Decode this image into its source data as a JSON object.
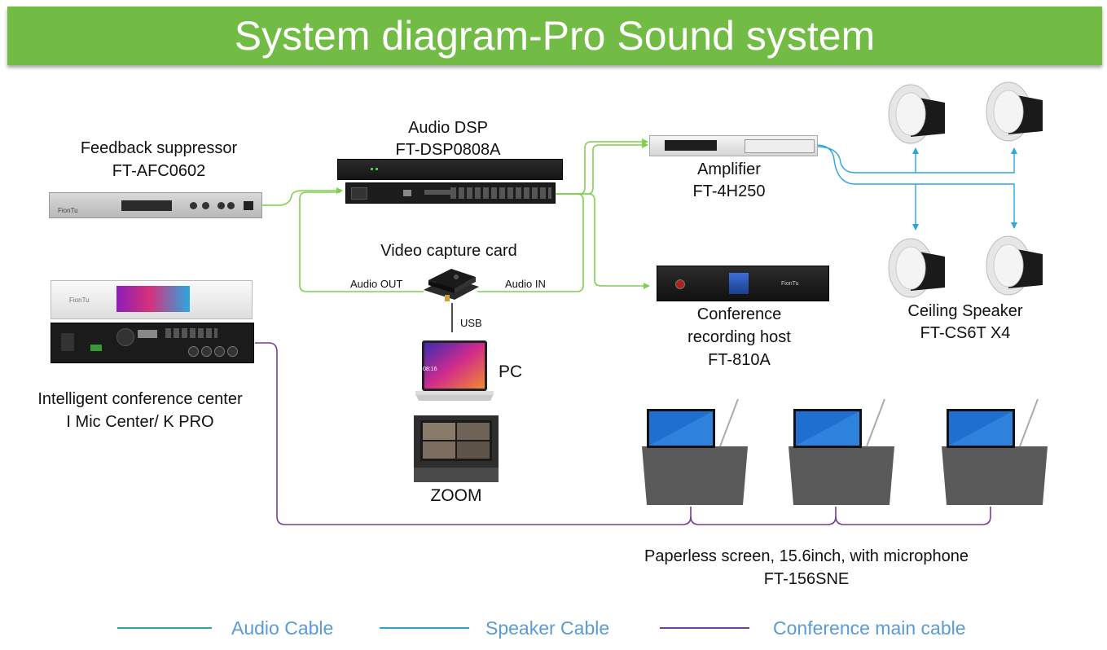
{
  "title": "System diagram-Pro Sound system",
  "colors": {
    "banner": "#72bb45",
    "audio_cable": "#7ed04b",
    "speaker_cable": "#29a8e0",
    "conference_cable": "#7a3c99",
    "legend_text": "#5b9bd5"
  },
  "devices": {
    "feedback": {
      "name": "Feedback suppressor",
      "model": "FT-AFC0602",
      "brand": "FionTu"
    },
    "dsp": {
      "name": "Audio DSP",
      "model": "FT-DSP0808A"
    },
    "amplifier": {
      "name": "Amplifier",
      "model": "FT-4H250"
    },
    "capture": {
      "name": "Video capture card",
      "audio_out": "Audio OUT",
      "audio_in": "Audio IN",
      "usb": "USB"
    },
    "recorder": {
      "name_line1": "Conference",
      "name_line2": "recording host",
      "model": "FT-810A",
      "brand": "FionTu"
    },
    "speakers": {
      "name": "Ceiling  Speaker",
      "model": "FT-CS6T X4"
    },
    "center": {
      "name": "Intelligent conference center",
      "model": "I Mic Center/ K PRO",
      "brand": "FionTu"
    },
    "pc": {
      "name": "PC",
      "clock": "08:16"
    },
    "zoom": {
      "name": "ZOOM"
    },
    "paperless": {
      "name": "Paperless screen, 15.6inch, with microphone",
      "model": "FT-156SNE"
    }
  },
  "legend": [
    {
      "label": "Audio Cable",
      "color": "#29a8a0"
    },
    {
      "label": "Speaker Cable",
      "color": "#29a8c0"
    },
    {
      "label": "Conference main cable",
      "color": "#7a3c99"
    }
  ]
}
